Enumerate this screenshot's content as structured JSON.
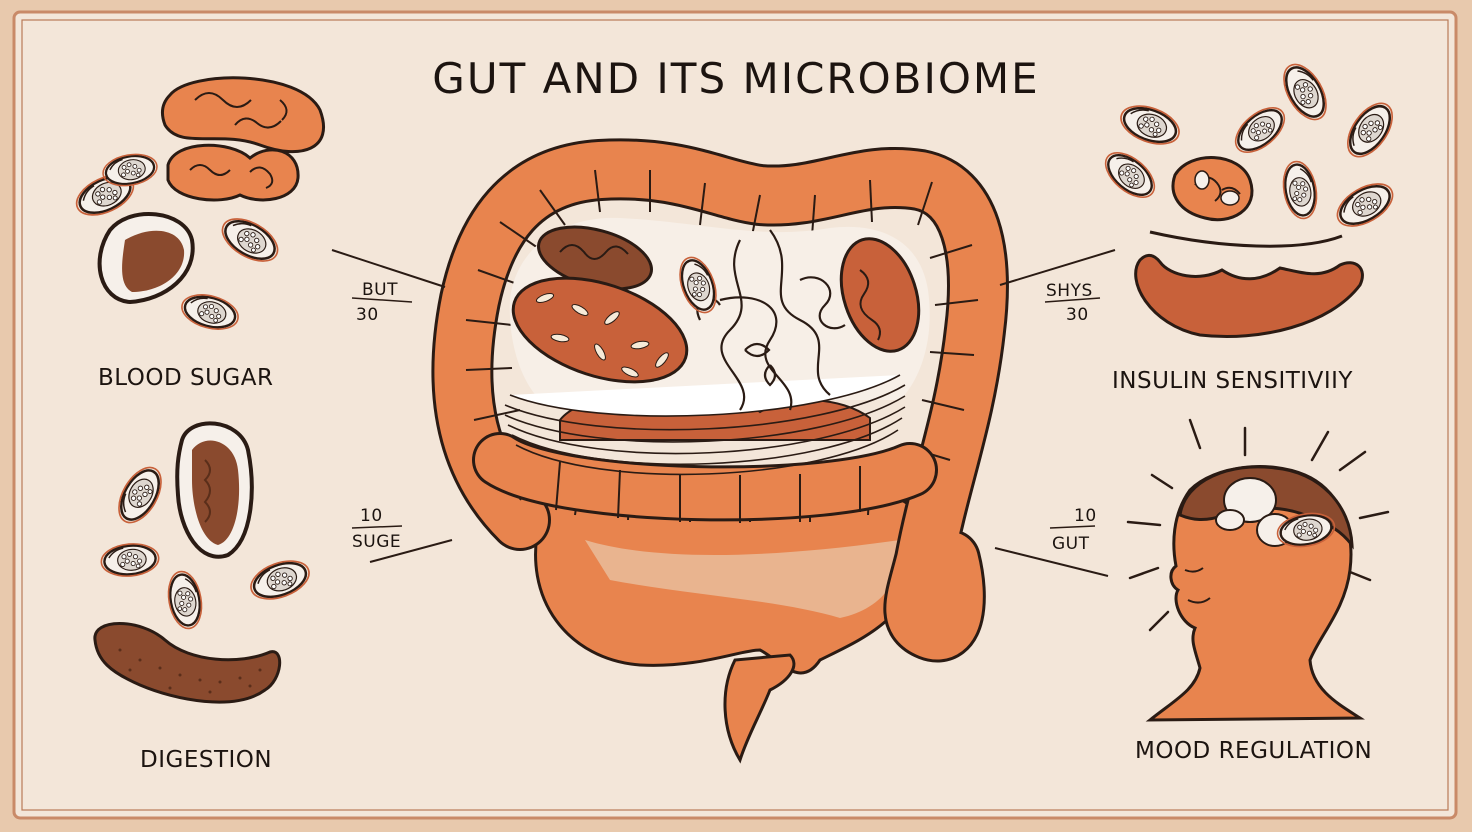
{
  "title": "GUT AND ITS MICROBIOME",
  "panels": [
    {
      "label": "BLOOD SUGAR",
      "note_top": "BUT",
      "note_bottom": "30"
    },
    {
      "label": "DIGESTION",
      "note_top": "10",
      "note_bottom": "SUGE"
    },
    {
      "label": "INSULIN SENSITIVIIY",
      "note_top": "SHYS",
      "note_bottom": "30"
    },
    {
      "label": "MOOD REGULATION",
      "note_top": "10",
      "note_bottom": "GUT"
    }
  ],
  "colors": {
    "background": "#f3e6d9",
    "frame": "#c98a68",
    "orange": "#e8844e",
    "dark_orange": "#c8613a",
    "brown": "#8a4a2e",
    "light_peach": "#e9b48f",
    "outline": "#2a1b14"
  },
  "icons": [
    "bacteria-icon",
    "organ-icon",
    "bean-icon",
    "intestine-icon",
    "head-icon",
    "liver-icon"
  ]
}
